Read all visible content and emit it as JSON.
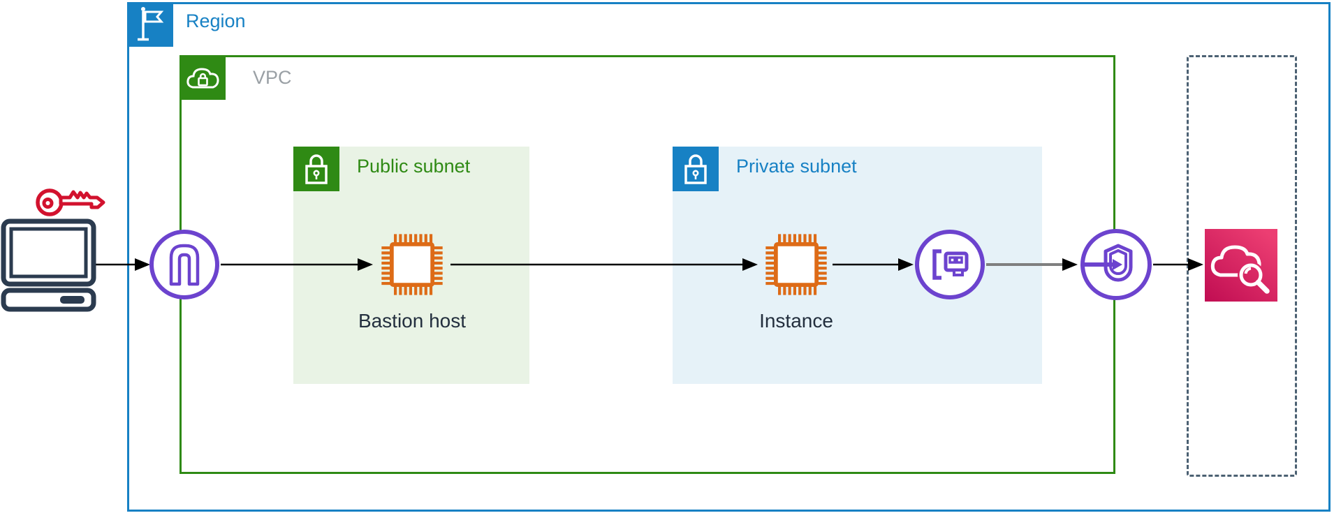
{
  "region": {
    "label": "Region"
  },
  "vpc": {
    "label": "VPC"
  },
  "subnets": {
    "public": {
      "label": "Public subnet"
    },
    "private": {
      "label": "Private subnet"
    }
  },
  "nodes": {
    "bastion": {
      "label": "Bastion host"
    },
    "instance": {
      "label": "Instance"
    }
  },
  "icons": [
    "flag-icon",
    "vpc-cloud-lock-icon",
    "public-subnet-lock-icon",
    "private-subnet-lock-icon",
    "client-laptop-icon",
    "ssh-key-icon",
    "internet-gateway-icon",
    "ec2-instance-icon",
    "elastic-network-interface-icon",
    "vpc-endpoint-icon",
    "cloudtrail-icon"
  ],
  "colors": {
    "region_blue": "#1781C4",
    "vpc_green": "#2F8A14",
    "public_subnet_fill": "#E9F3E5",
    "private_subnet_fill": "#E6F2F8",
    "instance_orange": "#DD6B17",
    "networking_purple": "#6C43CE",
    "management_pink_dark": "#C00D52",
    "management_pink_light": "#EC3E72",
    "client_dark": "#2B3B4F",
    "key_red": "#D2122E",
    "vpc_label_gray": "#9AA0A5",
    "dashed_box_gray": "#4C6173",
    "label_dark": "#232F3E"
  }
}
